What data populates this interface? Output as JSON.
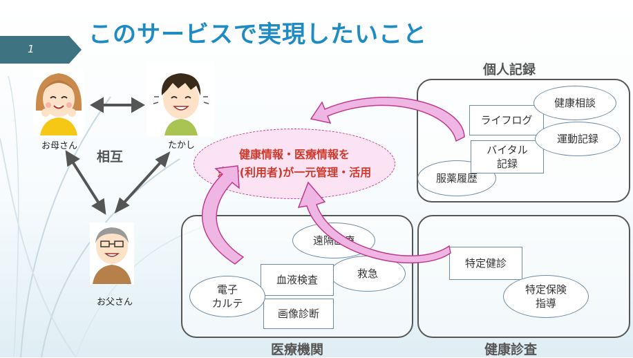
{
  "title": "このサービスで実現したいこと",
  "slide_number": "1",
  "people": {
    "mother": "お母さん",
    "takashi": "たかし",
    "father": "お父さん"
  },
  "mutual_label": "相互",
  "center": {
    "line1": "健康情報・医療情報を",
    "line2": "患者(利用者)が一元管理・活用"
  },
  "personal_records": {
    "title": "個人記録",
    "items": {
      "health_consult": "健康相談",
      "lifelog": "ライフログ",
      "exercise": "運動記録",
      "vital_line1": "バイタル",
      "vital_line2": "記録",
      "medication": "服薬履歴"
    }
  },
  "medical": {
    "title": "医療機関",
    "items": {
      "telemedicine": "遠隔医療",
      "emergency": "救急",
      "blood_test": "血液検査",
      "emr_line1": "電子",
      "emr_line2": "カルテ",
      "imaging": "画像診断"
    }
  },
  "checkup": {
    "title": "健康診査",
    "items": {
      "specific_checkup": "特定健診",
      "guidance_line1": "特定保険",
      "guidance_line2": "指導"
    }
  },
  "colors": {
    "title": "#1e8bc3",
    "accent_red": "#d0392b",
    "arrow_pink": "#e89ad4",
    "slide_tab": "#3e7382"
  }
}
